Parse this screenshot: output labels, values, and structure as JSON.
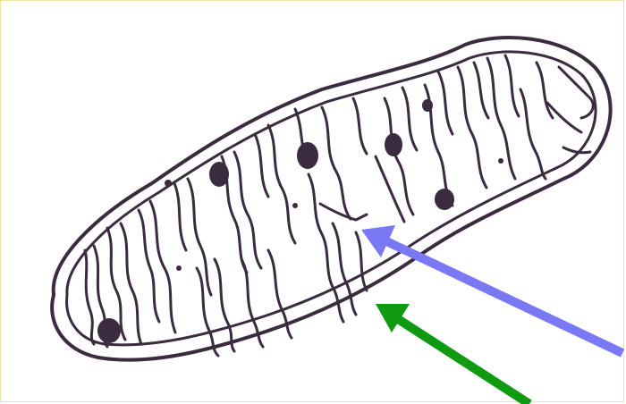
{
  "diagram": {
    "subject": "mitochondrion-sketch",
    "colors": {
      "ink": "#3b2b3f",
      "background": "#ffffff",
      "frame": "#f2e3a0",
      "arrow_blue": "#7b78f5",
      "arrow_green": "#0f9a12"
    },
    "arrows": [
      {
        "name": "blue-arrow",
        "color_key": "arrow_blue",
        "label": ""
      },
      {
        "name": "green-arrow",
        "color_key": "arrow_green",
        "label": ""
      }
    ]
  }
}
